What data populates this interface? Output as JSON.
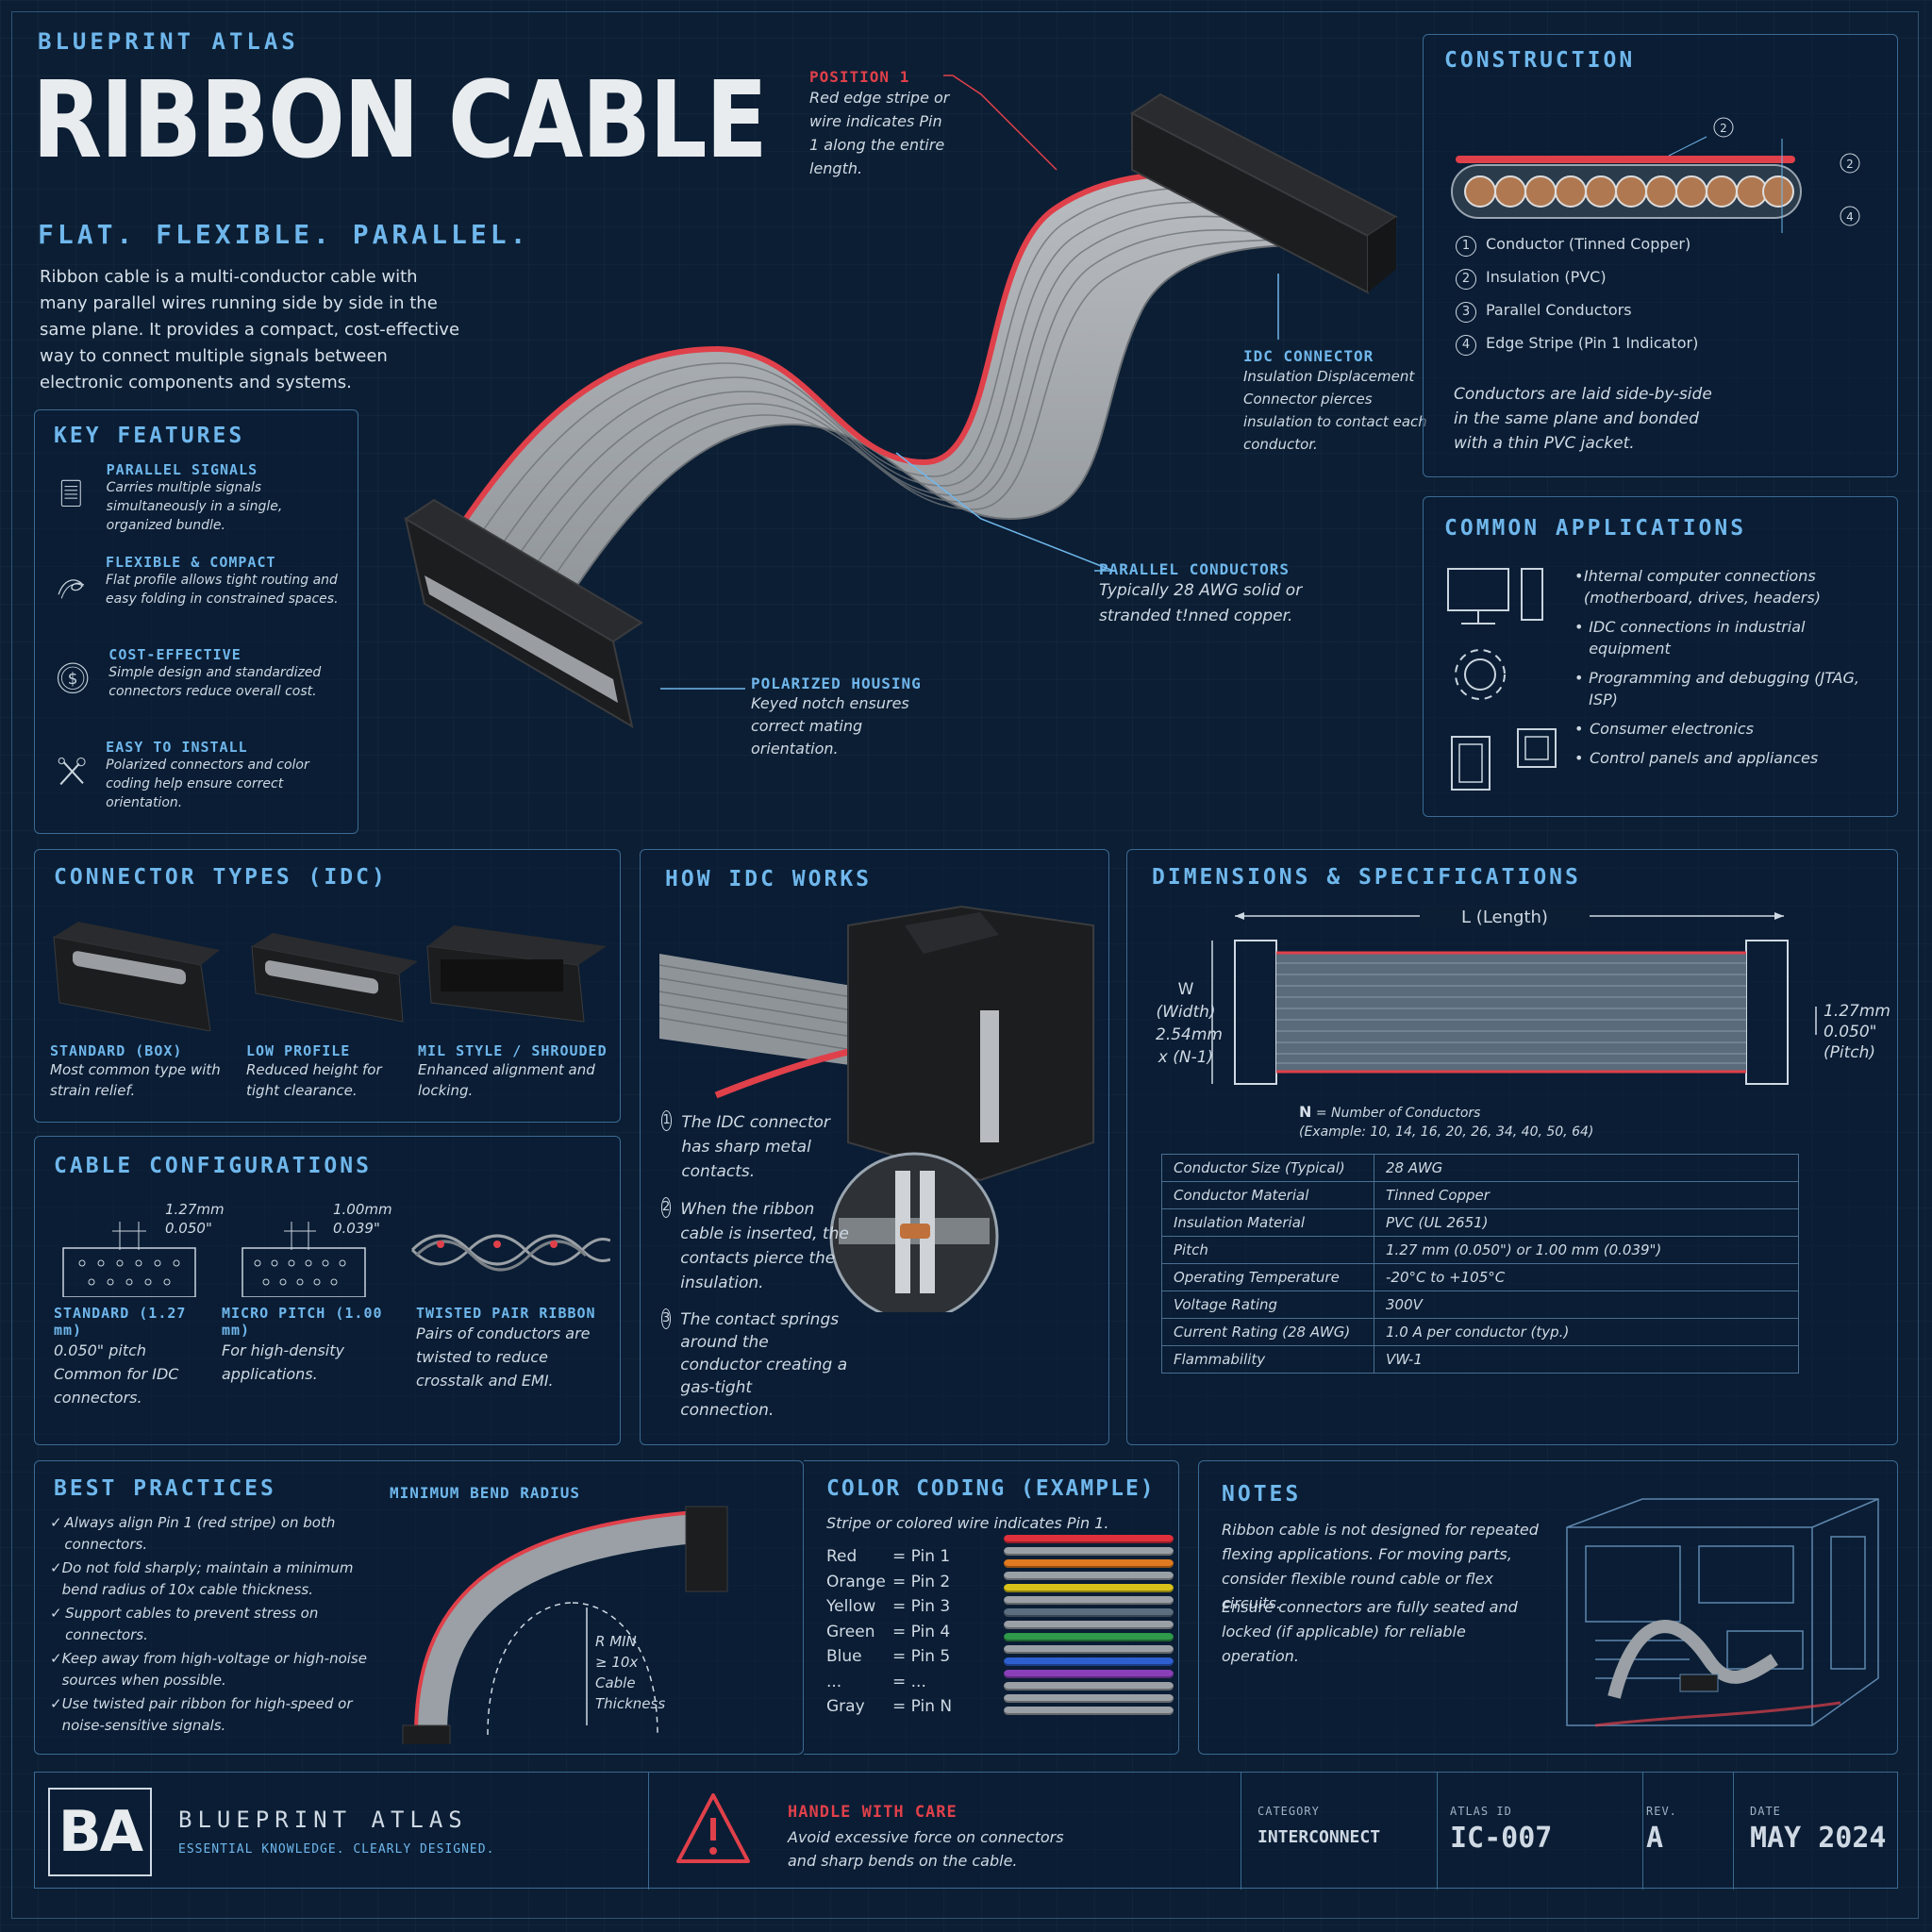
{
  "header": {
    "brand": "BLUEPRINT ATLAS",
    "title": "RIBBON CABLE",
    "tagline": "FLAT. FLEXIBLE. PARALLEL.",
    "intro": "Ribbon cable is a multi-conductor cable with many parallel wires running side by side in the same plane. It provides a compact, cost-effective way to connect multiple signals between electronic components and systems."
  },
  "callouts": {
    "position1": {
      "title": "POSITION 1",
      "text": "Red edge stripe or wire indicates Pin 1 along the entire length."
    },
    "idc": {
      "title": "IDC CONNECTOR",
      "text": "Insulation Displacement Connector pierces insulation to contact each conductor."
    },
    "parallel": {
      "title": "PARALLEL CONDUCTORS",
      "text": "Typically 28 AWG solid or stranded t!nned copper."
    },
    "polarized": {
      "title": "POLARIZED HOUSING",
      "text": "Keyed notch ensures correct mating orientation."
    }
  },
  "key_features": {
    "heading": "KEY FEATURES",
    "items": [
      {
        "title": "PARALLEL SIGNALS",
        "text": "Carries multiple signals simultaneously in a single, organized bundle.",
        "icon": "list-icon"
      },
      {
        "title": "FLEXIBLE & COMPACT",
        "text": "Flat profile allows tight routing and easy folding in constrained spaces.",
        "icon": "folded-ribbon-icon"
      },
      {
        "title": "COST-EFFECTIVE",
        "text": "Simple design and standardized connectors reduce overall cost.",
        "icon": "dollar-icon"
      },
      {
        "title": "EASY TO INSTALL",
        "text": "Polarized connectors and color coding help ensure correct orientation.",
        "icon": "tools-icon"
      }
    ]
  },
  "construction": {
    "heading": "CONSTRUCTION",
    "items": [
      {
        "num": "1",
        "text": "Conductor (Tinned Copper)"
      },
      {
        "num": "2",
        "text": "Insulation (PVC)"
      },
      {
        "num": "3",
        "text": "Parallel Conductors"
      },
      {
        "num": "4",
        "text": "Edge Stripe (Pin 1 Indicator)"
      }
    ],
    "diagram_markers": [
      "2",
      "2",
      "4"
    ],
    "note": "Conductors are laid side-by-side in the same plane and bonded with a thin PVC jacket."
  },
  "applications": {
    "heading": "COMMON APPLICATIONS",
    "items": [
      "Ihternal computer connections (motherboard, drives, headers)",
      "IDC connections in industrial equipment",
      "Programming and debugging (JTAG, ISP)",
      "Consumer electronics",
      "Control panels and appliances"
    ]
  },
  "connector_types": {
    "heading": "CONNECTOR TYPES (IDC)",
    "items": [
      {
        "title": "STANDARD (BOX)",
        "text": "Most common type with strain relief."
      },
      {
        "title": "LOW PROFILE",
        "text": "Reduced height for tight clearance."
      },
      {
        "title": "MIL STYLE / SHROUDED",
        "text": "Enhanced alignment and locking."
      }
    ]
  },
  "how_idc": {
    "heading": "HOW IDC WORKS",
    "steps": [
      {
        "num": "1",
        "text": "The IDC connector has sharp metal contacts."
      },
      {
        "num": "2",
        "text": "When the ribbon cable is inserted, the contacts pierce the insulation."
      },
      {
        "num": "3",
        "text": "The contact springs around the conductor creating a gas-tight connection."
      }
    ]
  },
  "dimensions": {
    "heading": "DIMENSIONS & SPECIFICATIONS",
    "length_label": "L (Length)",
    "width_label": [
      "W",
      "(Width)",
      "2.54mm",
      "x (N-1)"
    ],
    "pitch_label": [
      "1.27mm",
      "0.050\"",
      "(Pitch)"
    ],
    "n_label": "N",
    "n_text": "= Number of Conductors",
    "n_example": "(Example: 10, 14, 16, 20, 26, 34, 40, 50, 64)",
    "specs": [
      {
        "k": "Conductor Size (Typical)",
        "v": "28 AWG"
      },
      {
        "k": "Conductor Material",
        "v": "Tinned Copper"
      },
      {
        "k": "Insulation Material",
        "v": "PVC (UL 2651)"
      },
      {
        "k": "Pitch",
        "v": "1.27 mm (0.050\") or 1.00 mm (0.039\")"
      },
      {
        "k": "Operating Temperature",
        "v": "-20°C to +105°C"
      },
      {
        "k": "Voltage Rating",
        "v": "300V"
      },
      {
        "k": "Current Rating (28 AWG)",
        "v": "1.0 A per conductor (typ.)"
      },
      {
        "k": "Flammability",
        "v": "VW-1"
      }
    ]
  },
  "configurations": {
    "heading": "CABLE CONFIGURATIONS",
    "items": [
      {
        "dim1": "1.27mm",
        "dim2": "0.050\"",
        "title": "STANDARD (1.27 mm)",
        "text": "0.050\" pitch Common for IDC connectors."
      },
      {
        "dim1": "1.00mm",
        "dim2": "0.039\"",
        "title": "MICRO PITCH (1.00 mm)",
        "text": "For high-density applications."
      },
      {
        "dim1": "",
        "dim2": "",
        "title": "TWISTED PAIR RIBBON",
        "text": "Pairs of conductors are twisted to reduce crosstalk and EMI."
      }
    ]
  },
  "best_practices": {
    "heading": "BEST PRACTICES",
    "items": [
      "Always align Pin 1 (red stripe) on both connectors.",
      "Do not fold sharply; maintain a minimum bend radius of 10x cable thickness.",
      "Support cables to prevent stress on connectors.",
      "Keep away from high-voltage or high-noise sources when possible.",
      "Use twisted pair ribbon for high-speed or noise-sensitive signals."
    ],
    "bend_title": "MINIMUM BEND RADIUS",
    "bend_label": [
      "R MIN",
      "≥ 10x",
      "Cable",
      "Thickness"
    ]
  },
  "color_coding": {
    "heading": "COLOR CODING (EXAMPLE)",
    "sub": "Stripe or colored wire indicates Pin 1.",
    "rows": [
      {
        "c": "Red",
        "p": "= Pin 1"
      },
      {
        "c": "Orange",
        "p": "= Pin 2"
      },
      {
        "c": "Yellow",
        "p": "= Pin 3"
      },
      {
        "c": "Green",
        "p": "= Pin 4"
      },
      {
        "c": "Blue",
        "p": "= Pin 5"
      },
      {
        "c": "...",
        "p": "= ..."
      },
      {
        "c": "Gray",
        "p": "= Pin N"
      }
    ],
    "wire_colors": [
      "#e0303c",
      "#9aa0a6",
      "#e07a20",
      "#9aa0a6",
      "#d8c21a",
      "#9aa0a6",
      "#5a6e80",
      "#9aa0a6",
      "#2e9a4a",
      "#9aa0a6",
      "#2e5fd0",
      "#8a3fb8",
      "#9aa0a6",
      "#9aa0a6",
      "#9aa0a6"
    ]
  },
  "notes": {
    "heading": "NOTES",
    "p1": "Ribbon cable is not designed for repeated flexing applications. For moving parts, consider flexible round cable or flex circuits.",
    "p2": "Ensure connectors are fully seated and locked (if applicable) for reliable operation."
  },
  "footer": {
    "logo": "BA",
    "brand": "BLUEPRINT ATLAS",
    "slogan": "ESSENTIAL KNOWLEDGE.  CLEARLY DESIGNED.",
    "warn_title": "HANDLE WITH CARE",
    "warn_text": "Avoid excessive force on connectors and sharp bends on the cable.",
    "category_label": "CATEGORY",
    "category": "INTERCONNECT",
    "id_label": "ATLAS ID",
    "id": "IC-007",
    "rev_label": "REV.",
    "rev": "A",
    "date_label": "DATE",
    "date": "MAY 2024"
  },
  "colors": {
    "accent": "#6fb7ec",
    "red": "#e0404a",
    "bg": "#0c1e33"
  }
}
